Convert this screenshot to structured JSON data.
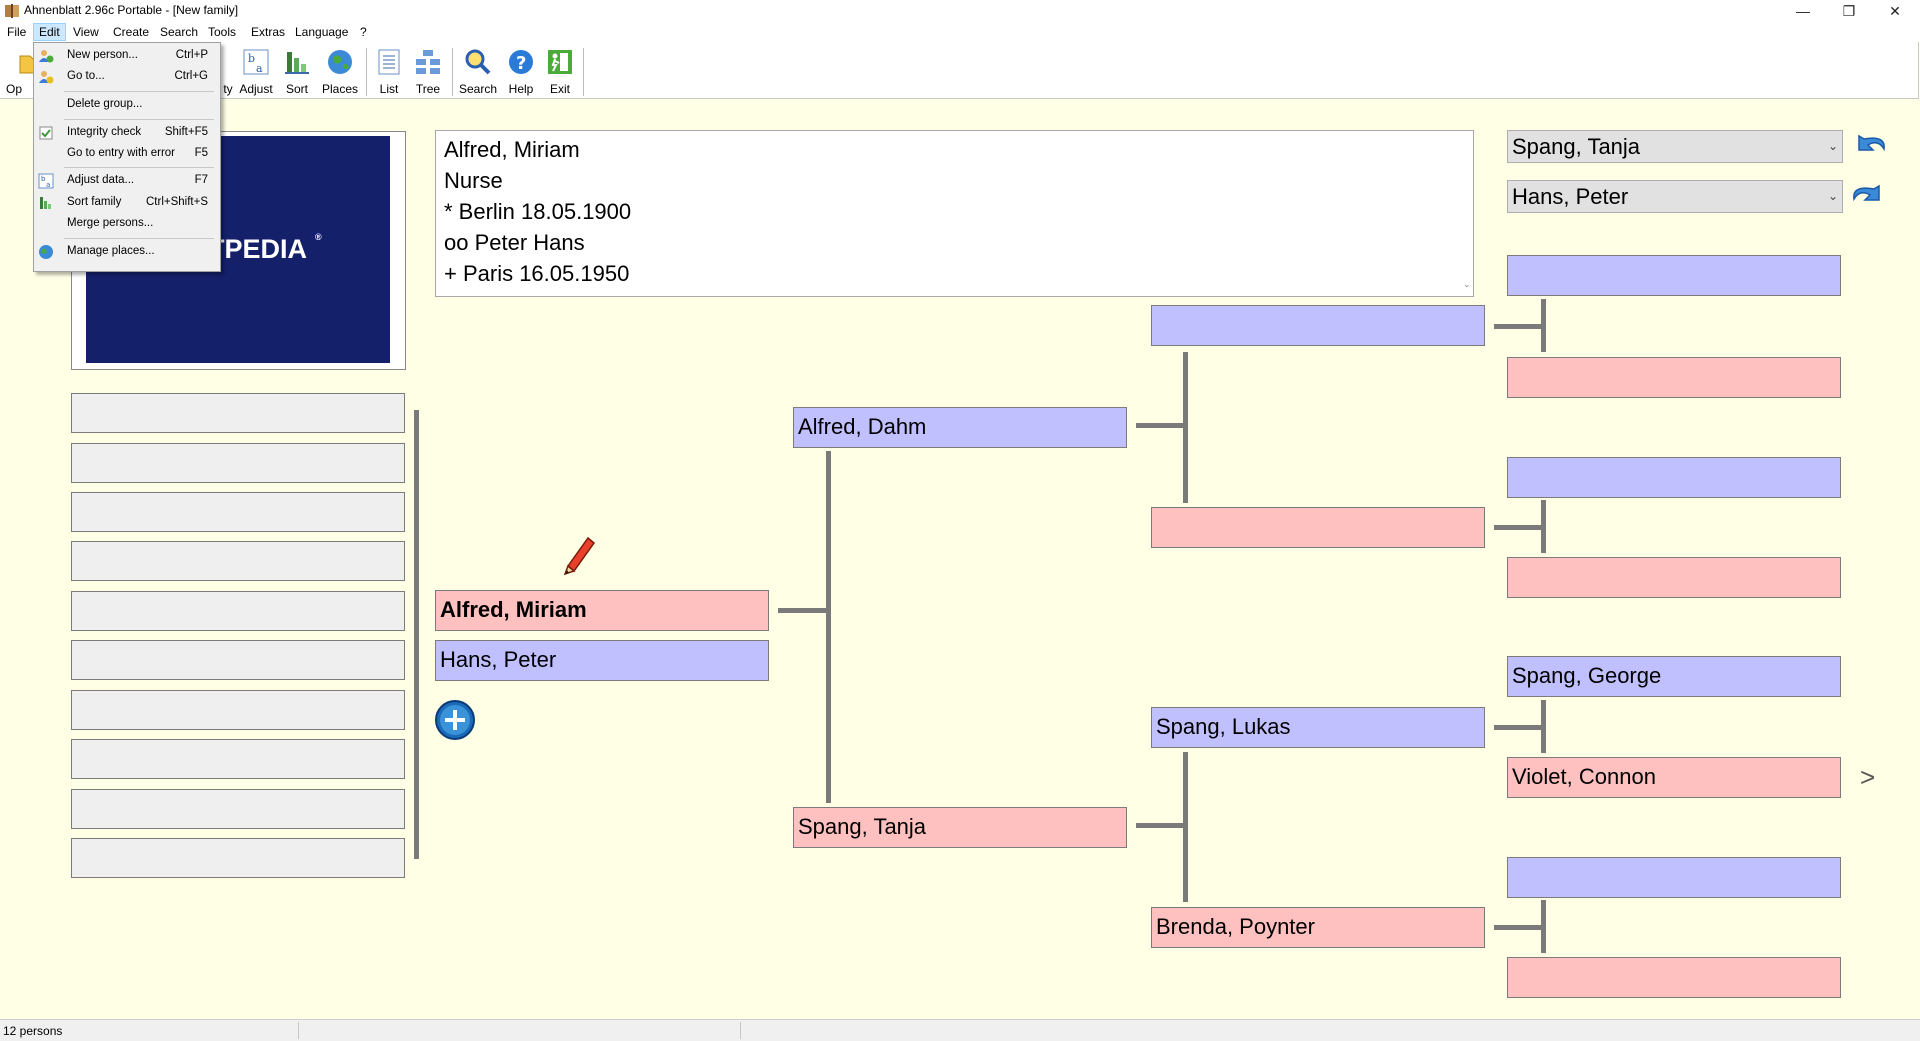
{
  "window": {
    "title": "Ahnenblatt 2.96c Portable - [New family]",
    "minimize": "—",
    "restore": "❐",
    "close": "✕"
  },
  "menubar": [
    "File",
    "Edit",
    "View",
    "Create",
    "Search",
    "Tools",
    "Extras",
    "Language",
    "?"
  ],
  "toolbar": {
    "open": "Op",
    "hidden_partial": "ty",
    "adjust": "Adjust",
    "sort": "Sort",
    "places": "Places",
    "list": "List",
    "tree": "Tree",
    "search": "Search",
    "help": "Help",
    "exit": "Exit"
  },
  "edit_menu": [
    {
      "label": "New person...",
      "shortcut": "Ctrl+P",
      "icon": "new-person-icon"
    },
    {
      "label": "Go to...",
      "shortcut": "Ctrl+G",
      "icon": "goto-person-icon"
    },
    {
      "label": "Delete group...",
      "shortcut": "",
      "icon": ""
    },
    {
      "label": "Integrity check",
      "shortcut": "Shift+F5",
      "icon": "integrity-check-icon"
    },
    {
      "label": "Go to entry with error",
      "shortcut": "F5",
      "icon": ""
    },
    {
      "label": "Adjust data...",
      "shortcut": "F7",
      "icon": "adjust-data-icon"
    },
    {
      "label": "Sort family",
      "shortcut": "Ctrl+Shift+S",
      "icon": "sort-family-icon"
    },
    {
      "label": "Merge persons...",
      "shortcut": "",
      "icon": ""
    },
    {
      "label": "Manage places...",
      "shortcut": "",
      "icon": "globe-icon"
    }
  ],
  "photo": {
    "text": "TPEDIA",
    "mark": "®"
  },
  "notes": [
    "Alfred, Miriam",
    "Nurse",
    "* Berlin 18.05.1900",
    "oo Peter Hans",
    "+ Paris 16.05.1950"
  ],
  "history": {
    "back": "Spang, Tanja",
    "forward": "Hans, Peter"
  },
  "tree": {
    "proband": "Alfred, Miriam",
    "spouse": "Hans, Peter",
    "father": "Alfred, Dahm",
    "mother": "Spang, Tanja",
    "maternal_grandfather": "Spang, Lukas",
    "maternal_grandmother": "Brenda, Poynter",
    "gg_father": "Spang, George",
    "gg_mother": "Violet, Connon",
    "more": ">"
  },
  "status": {
    "count": "12 persons"
  },
  "colors": {
    "male": "#c0c0ff",
    "female": "#ffc0c0",
    "background": "#ffffe6",
    "empty": "#efefef"
  }
}
